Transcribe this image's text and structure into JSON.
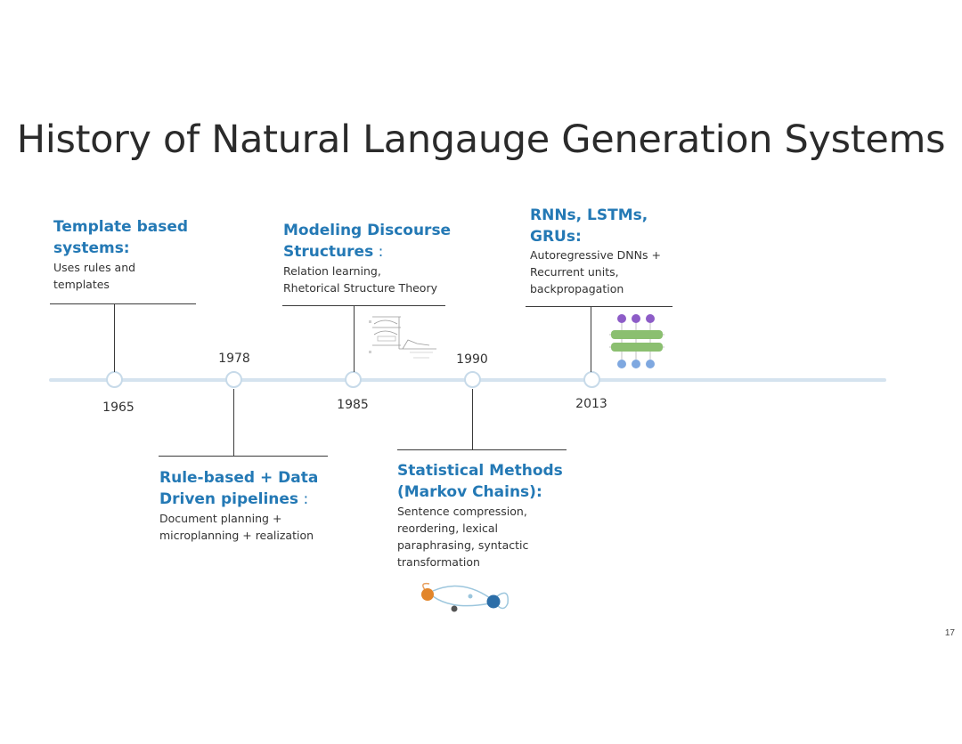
{
  "title": "History of Natural Langauge Generation Systems",
  "page_number": "17",
  "colors": {
    "heading": "#2479b5",
    "axis": "#d5e3ef",
    "node_border": "#c7dae9",
    "text": "#333333"
  },
  "years": {
    "y1965": "1965",
    "y1978": "1978",
    "y1985": "1985",
    "y1990": "1990",
    "y2013": "2013"
  },
  "milestones": {
    "template": {
      "heading_line1": "Template based",
      "heading_line2": "systems:",
      "desc_line1": "Uses rules and",
      "desc_line2": "templates"
    },
    "rule_based": {
      "heading_line1": "Rule-based + Data",
      "heading_line2": "Driven pipelines",
      "heading_suffix": " :",
      "desc_line1": "Document planning +",
      "desc_line2": "microplanning + realization"
    },
    "discourse": {
      "heading_line1": "Modeling Discourse",
      "heading_line2": "Structures",
      "heading_suffix": " :",
      "desc_line1": "Relation learning,",
      "desc_line2": "Rhetorical Structure Theory"
    },
    "statistical": {
      "heading_line1": "Statistical Methods",
      "heading_line2": "(Markov Chains)",
      "heading_suffix": ":",
      "desc_line1": "Sentence compression,",
      "desc_line2": "reordering, lexical",
      "desc_line3": "paraphrasing, syntactic",
      "desc_line4": "transformation"
    },
    "rnn": {
      "heading_line1": "RNNs, LSTMs,",
      "heading_line2": "GRUs",
      "heading_suffix": ":",
      "desc_line1": "Autoregressive DNNs +",
      "desc_line2": "Recurrent units,",
      "desc_line3": "backpropagation"
    }
  }
}
